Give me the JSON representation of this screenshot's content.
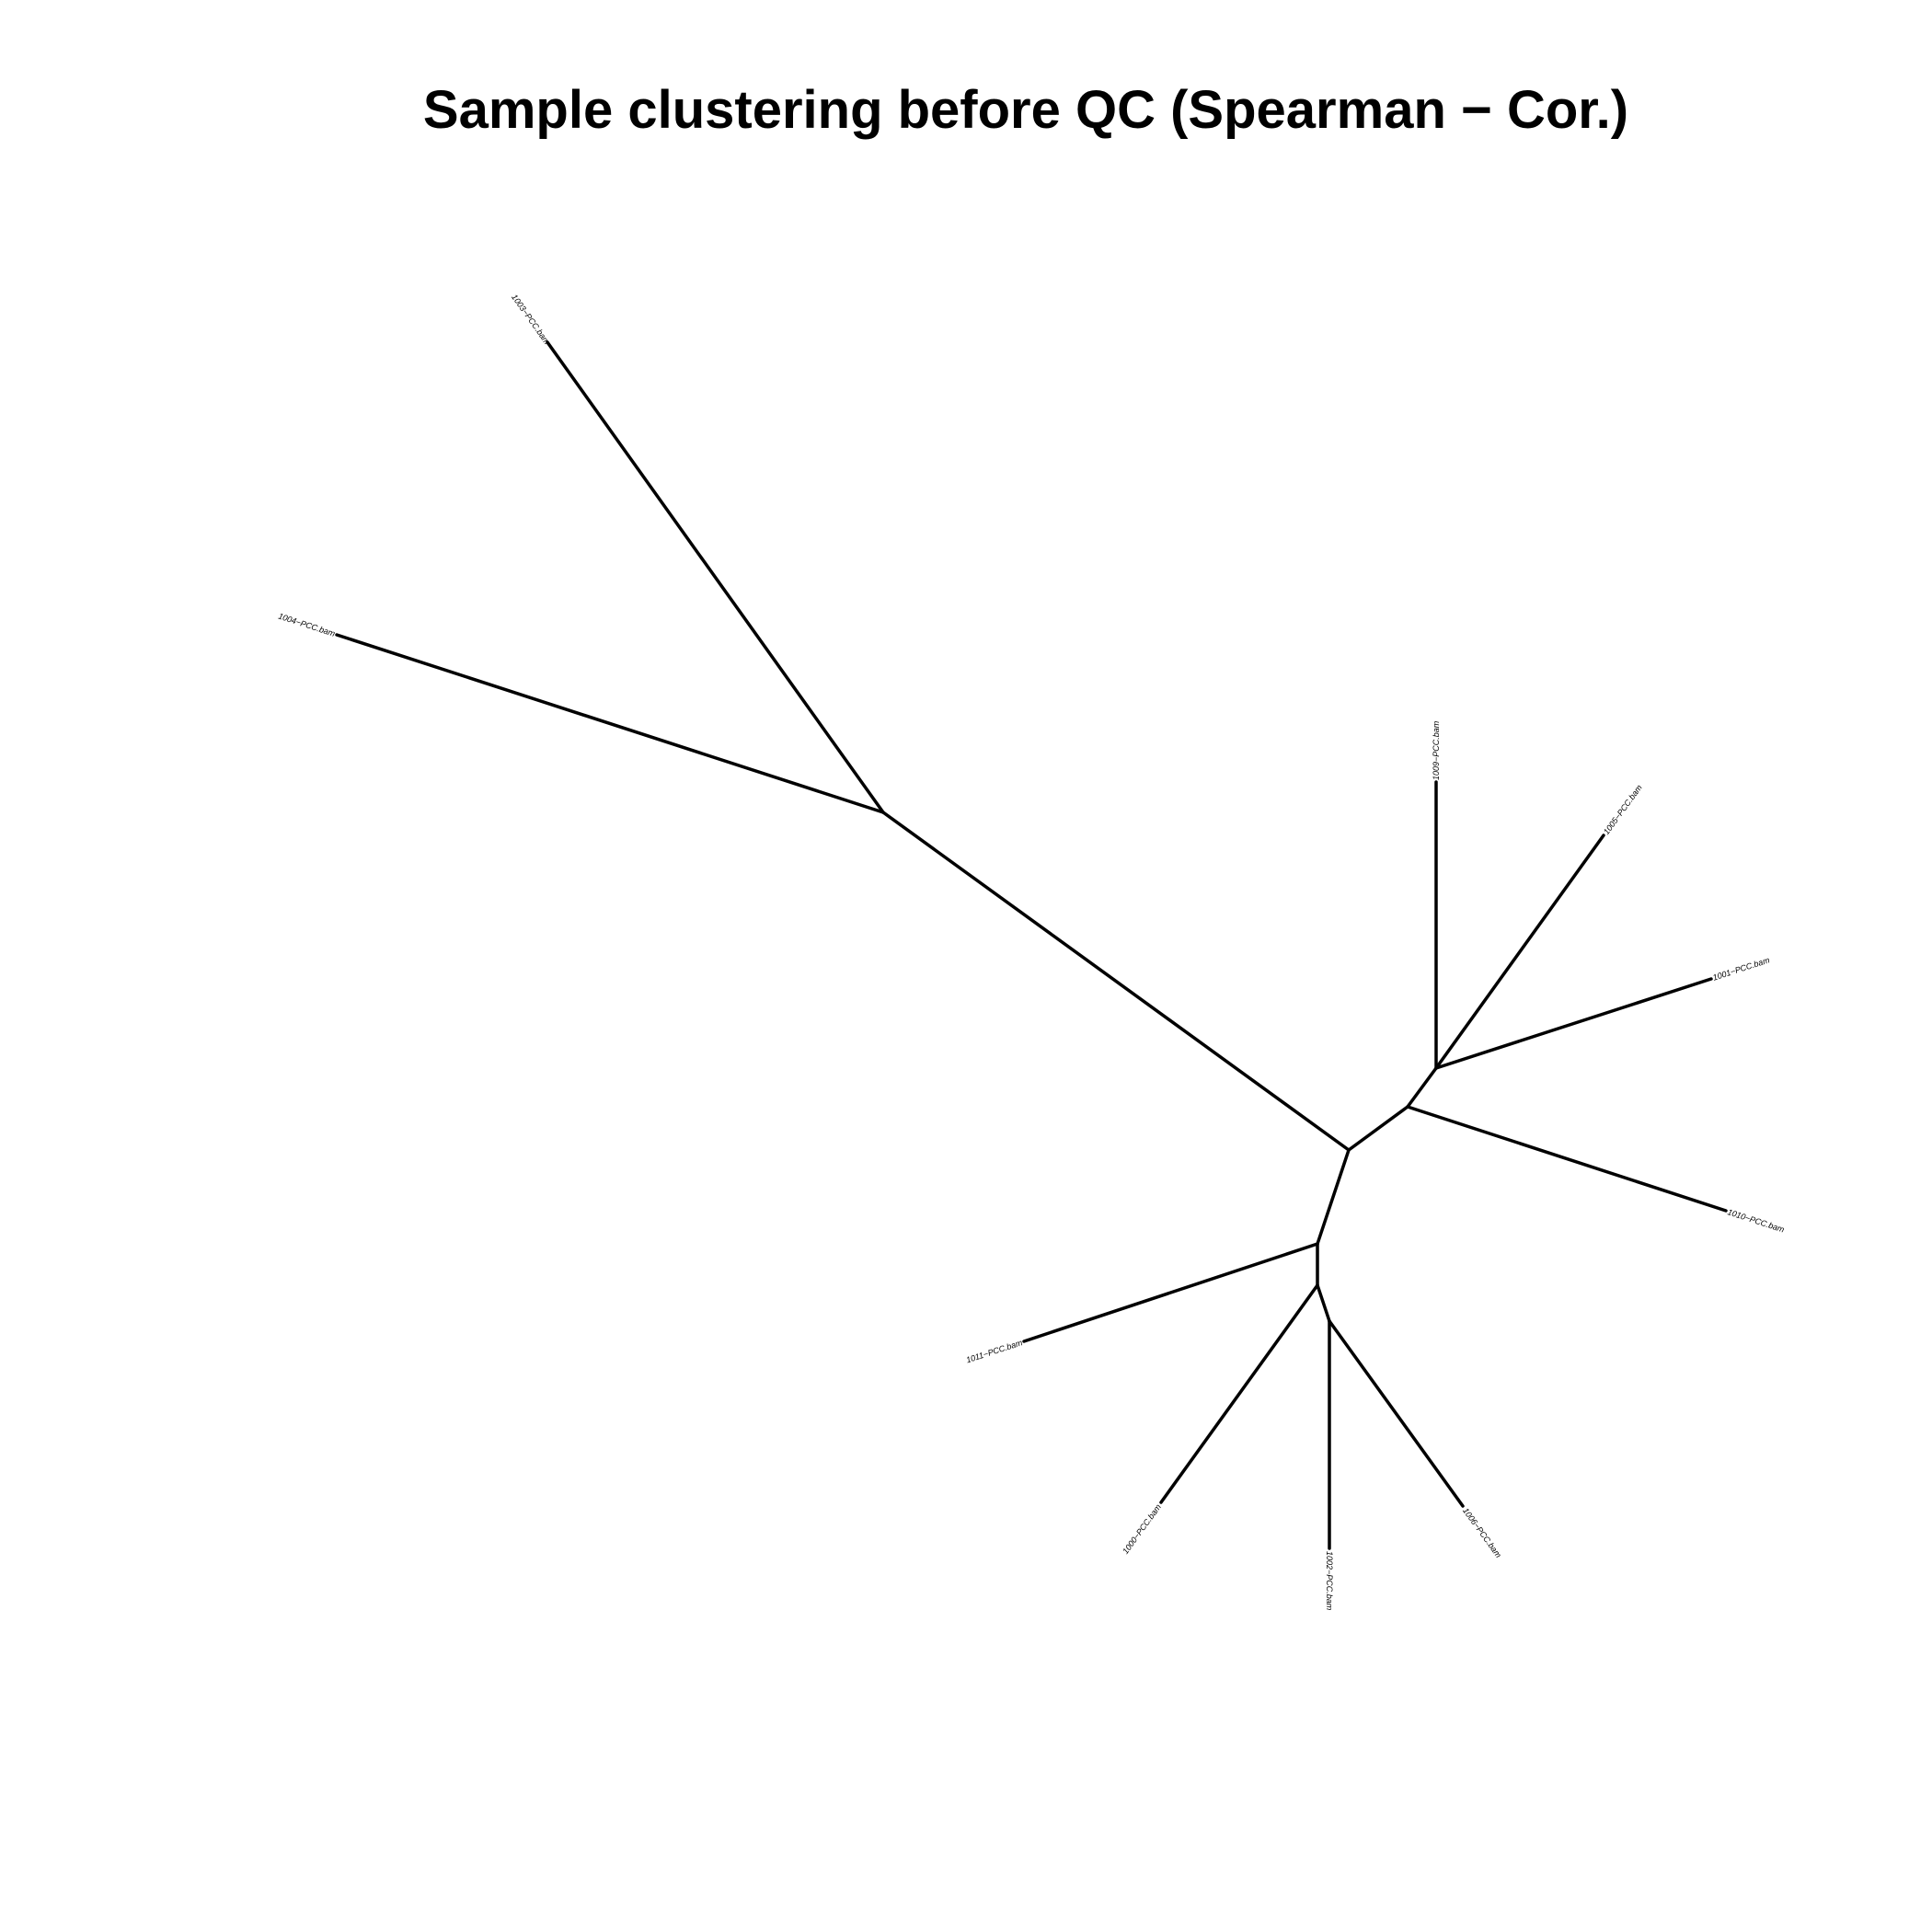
{
  "title": "Sample clustering before QC (Spearman − Cor.)",
  "tree": {
    "tips": {
      "t1003": "1003−PCC.bam",
      "t1004": "1004−PCC.bam",
      "t1009": "1009−PCC.bam",
      "t1005": "1005−PCC.bam",
      "t1001": "1001−PCC.bam",
      "t1010": "1010−PCC.bam",
      "t1011": "1011−PCC.bam",
      "t1000": "1000−PCC.bam",
      "t1002": "1002−PCC.bam",
      "t1006": "1006−PCC.bam"
    }
  }
}
